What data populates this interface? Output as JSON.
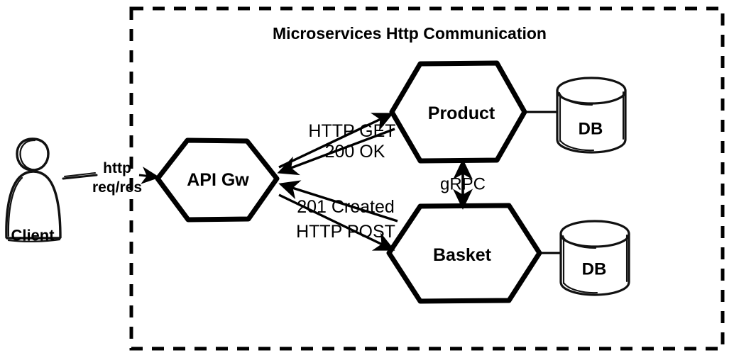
{
  "diagram": {
    "title": "Microservices Http Communication",
    "boundary": {
      "style": "dashed",
      "color": "#000000"
    },
    "actors": [
      {
        "id": "client",
        "label": "Client",
        "icon": "person-icon",
        "shape": "stick-figure"
      }
    ],
    "nodes": [
      {
        "id": "api-gw",
        "label": "API Gw",
        "shape": "hexagon"
      },
      {
        "id": "product",
        "label": "Product",
        "shape": "hexagon"
      },
      {
        "id": "basket",
        "label": "Basket",
        "shape": "hexagon"
      }
    ],
    "datastores": [
      {
        "id": "product-db",
        "label": "DB",
        "shape": "cylinder",
        "attached_to": "product"
      },
      {
        "id": "basket-db",
        "label": "DB",
        "shape": "cylinder",
        "attached_to": "basket"
      }
    ],
    "edges": [
      {
        "id": "client-to-gw",
        "from": "client",
        "to": "api-gw",
        "label": "http\nreq/res",
        "label_line1": "http",
        "label_line2": "req/res",
        "direction": "forward",
        "bold": true
      },
      {
        "id": "gw-to-product",
        "from": "api-gw",
        "to": "product",
        "label": "HTTP GET",
        "direction": "forward"
      },
      {
        "id": "product-to-gw",
        "from": "product",
        "to": "api-gw",
        "label": "200 OK",
        "direction": "forward"
      },
      {
        "id": "basket-to-gw",
        "from": "basket",
        "to": "api-gw",
        "label": "201 Created",
        "direction": "forward"
      },
      {
        "id": "gw-to-basket",
        "from": "api-gw",
        "to": "basket",
        "label": "HTTP POST",
        "direction": "forward"
      },
      {
        "id": "product-basket-grpc",
        "from": "basket",
        "to": "product",
        "label": "gRPC",
        "direction": "bidirectional"
      }
    ],
    "colors": {
      "stroke": "#000000",
      "fill": "#ffffff",
      "text": "#000000"
    }
  }
}
